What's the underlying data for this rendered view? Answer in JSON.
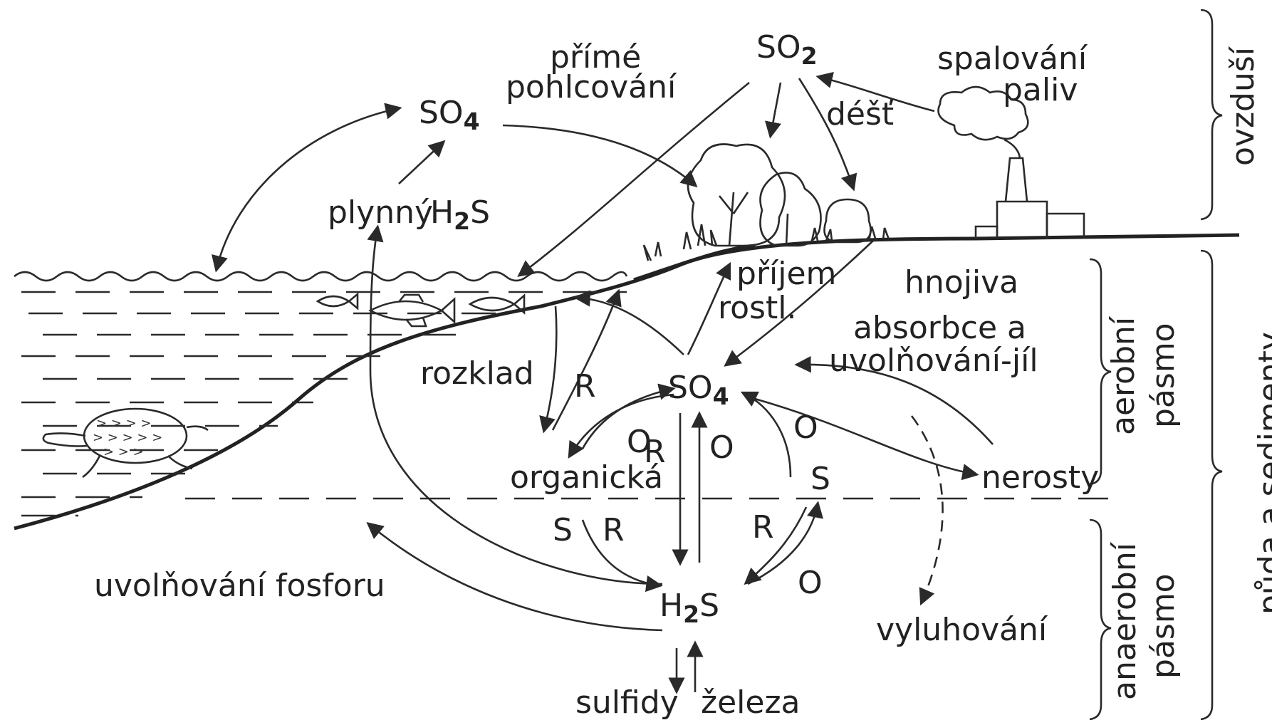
{
  "labels": {
    "so2": "SO",
    "so2_sub": "2",
    "so4_top": "SO",
    "so4_top_sub": "4",
    "prime": "přímé",
    "pohlcovani": "pohlcování",
    "spalovani": "spalování",
    "paliv": "paliv",
    "dest": "déšť",
    "plynny": "plynný",
    "h2s_gas": "H",
    "h2s_gas_sub": "2",
    "h2s_gas_s": "S",
    "prijem": "příjem",
    "rostl": "rostl.",
    "hnojiva": "hnojiva",
    "absorbce": "absorbce a",
    "uvolnovani_jil": "uvolňování-jíl",
    "rozklad": "rozklad",
    "so4_mid": "SO",
    "so4_mid_sub": "4",
    "organicka": "organická",
    "nerosty": "nerosty",
    "uvolnovani_fosforu": "uvolňování fosforu",
    "h2s_bottom": "H",
    "h2s_bottom_sub": "2",
    "h2s_bottom_s": "S",
    "vyluhovani": "vyluhování",
    "sulfidy": "sulfidy",
    "zeleza": "železa",
    "r1": "R",
    "r2": "R",
    "r3": "R",
    "r4": "R",
    "o1": "O",
    "o2": "O",
    "o3": "O",
    "o4": "O",
    "s1": "S",
    "s2": "S"
  },
  "zones": {
    "ovzdusi": "ovzduší",
    "aerobni": "aerobní",
    "aerobni_pasmo": "pásmo",
    "anaerobni": "anaerobní",
    "anaerobni_pasmo": "pásmo",
    "puda": "půda a sedimenty"
  }
}
